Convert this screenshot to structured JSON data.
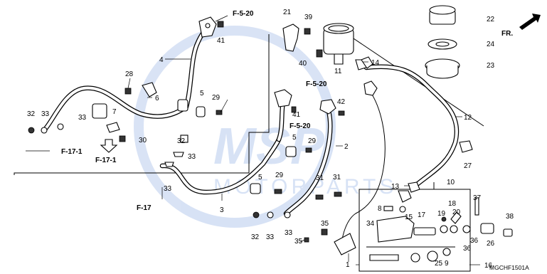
{
  "diagram": {
    "part_numbers": {
      "p1": "1",
      "p2": "2",
      "p3": "3",
      "p4": "4",
      "p5a": "5",
      "p5b": "5",
      "p5c": "5",
      "p6": "6",
      "p7": "7",
      "p8": "8",
      "p9": "9",
      "p10": "10",
      "p11": "11",
      "p12": "12",
      "p13": "13",
      "p14": "14",
      "p15": "15",
      "p16": "16",
      "p17": "17",
      "p18": "18",
      "p19": "19",
      "p20": "20",
      "p21": "21",
      "p22": "22",
      "p23": "23",
      "p24": "24",
      "p25": "25",
      "p26": "26",
      "p27": "27",
      "p28": "28",
      "p29a": "29",
      "p29b": "29",
      "p29c": "29",
      "p30": "30",
      "p31a": "31",
      "p31b": "31",
      "p32a": "32",
      "p32b": "32",
      "p32c": "32",
      "p33a": "33",
      "p33b": "33",
      "p33c": "33",
      "p33d": "33",
      "p33e": "33",
      "p33f": "33",
      "p34": "34",
      "p35": "35",
      "p36a": "36",
      "p36b": "36",
      "p37": "37",
      "p38": "38",
      "p39": "39",
      "p40": "40",
      "p41a": "41",
      "p41b": "41",
      "p42": "42"
    },
    "references": {
      "f520a": "F-5-20",
      "f520b": "F-5-20",
      "f520c": "F-5-20",
      "f171a": "F-17-1",
      "f171b": "F-17-1",
      "f17": "F-17"
    },
    "direction": "FR.",
    "diagram_code": "MGCHF1501A"
  }
}
